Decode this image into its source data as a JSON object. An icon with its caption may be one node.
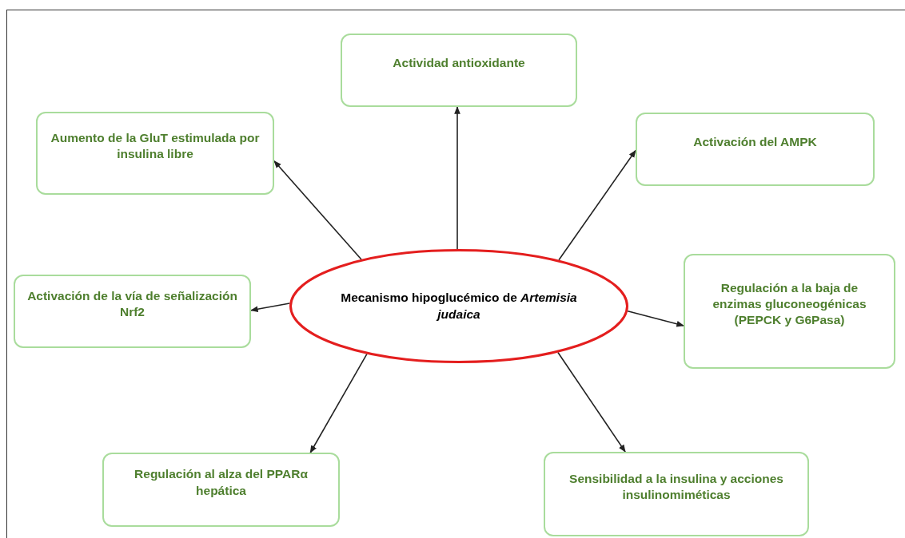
{
  "diagram": {
    "nodes": [
      {
        "text": [
          "Mecanismo hipoglucémico de *Artemisia judaica*"
        ]
      },
      {
        "text": [
          "Actividad antioxidante"
        ]
      },
      {
        "text": [
          "Aumento de la GluT estimulada por insulina libre"
        ]
      },
      {
        "text": [
          "Activación del AMPK"
        ]
      },
      {
        "text": [
          "Activación de la vía de señalización Nrf2"
        ]
      },
      {
        "text": [
          "Regulación a la baja de enzimas gluconeogénicas (PEPCK y G6Pasa)"
        ]
      },
      {
        "text": [
          "Regulación al alza del PPARα hepática"
        ]
      },
      {
        "text": [
          "Sensibilidad a la insulina y acciones insulinomiméticas"
        ]
      }
    ],
    "edges": [
      {
        "from": 0,
        "to": 1,
        "arrow": "to"
      },
      {
        "from": 0,
        "to": 2,
        "arrow": "to"
      },
      {
        "from": 0,
        "to": 3,
        "arrow": "to"
      },
      {
        "from": 0,
        "to": 4,
        "arrow": "to"
      },
      {
        "from": 0,
        "to": 5,
        "arrow": "to"
      },
      {
        "from": 0,
        "to": 6,
        "arrow": "to"
      },
      {
        "from": 0,
        "to": 7,
        "arrow": "to"
      }
    ]
  }
}
